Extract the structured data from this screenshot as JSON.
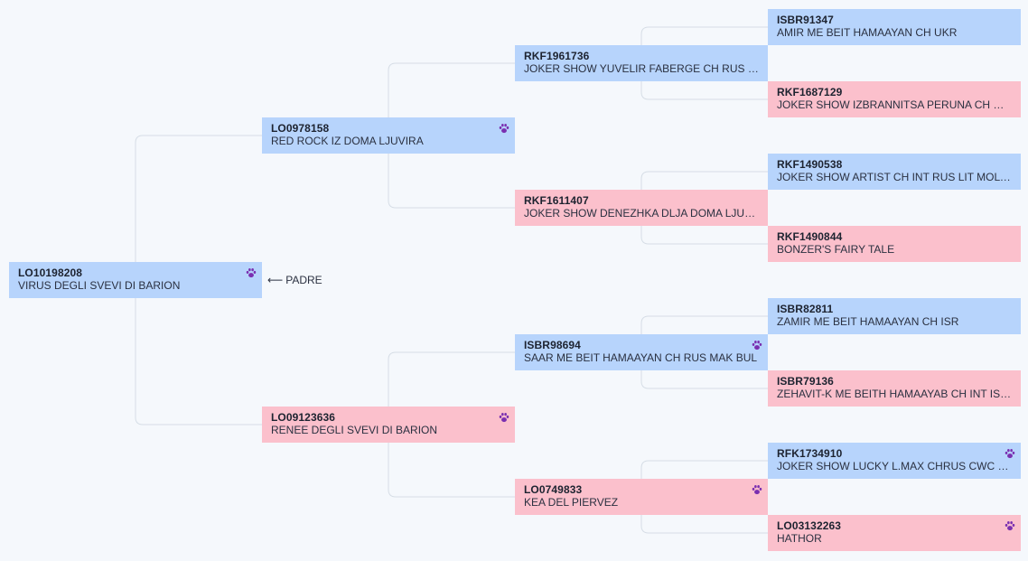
{
  "side_label": {
    "arrow": "⟵",
    "text": "PADRE"
  },
  "icons": {
    "badge": "paw-icon",
    "badge_color": "#7a2fb0"
  },
  "colors": {
    "male": "#b7d4fc",
    "female": "#fbc0cc",
    "connector": "#d6dde6"
  },
  "nodes": [
    {
      "reg": "LO10198208",
      "name": "VIRUS DEGLI SVEVI DI BARION",
      "sex": "male",
      "paw": true
    },
    {
      "reg": "LO0978158",
      "name": "RED ROCK IZ DOMA LJUVIRA",
      "sex": "male",
      "paw": true
    },
    {
      "reg": "LO09123636",
      "name": "RENEE DEGLI SVEVI DI BARION",
      "sex": "female",
      "paw": true
    },
    {
      "reg": "RKF1961736",
      "name": "JOKER SHOW YUVELIR FABERGE CH RUS UKR",
      "sex": "male",
      "paw": false
    },
    {
      "reg": "RKF1611407",
      "name": "JOKER SHOW DENEZHKA DLJA DOMA LJUVIRA",
      "sex": "female",
      "paw": false
    },
    {
      "reg": "ISBR98694",
      "name": "SAAR ME BEIT HAMAAYAN CH RUS MAK BUL",
      "sex": "male",
      "paw": true
    },
    {
      "reg": "LO0749833",
      "name": "KEA DEL PIERVEZ",
      "sex": "female",
      "paw": true
    },
    {
      "reg": "ISBR91347",
      "name": "AMIR ME BEIT HAMAAYAN CH UKR",
      "sex": "male",
      "paw": false
    },
    {
      "reg": "RKF1687129",
      "name": "JOKER SHOW IZBRANNITSA PERUNA CH RUS",
      "sex": "female",
      "paw": false
    },
    {
      "reg": "RKF1490538",
      "name": "JOKER SHOW ARTIST CH INT RUS LIT MOL UKR",
      "sex": "male",
      "paw": false
    },
    {
      "reg": "RKF1490844",
      "name": "BONZER'S FAIRY TALE",
      "sex": "female",
      "paw": false
    },
    {
      "reg": "ISBR82811",
      "name": "ZAMIR ME BEIT HAMAAYAN CH ISR",
      "sex": "male",
      "paw": false
    },
    {
      "reg": "ISBR79136",
      "name": "ZEHAVIT-K ME BEITH HAMAAYAB CH INT ISR RUS",
      "sex": "female",
      "paw": false
    },
    {
      "reg": "RFK1734910",
      "name": "JOKER SHOW LUCKY L.MAX CHRUS CWC CACIB",
      "sex": "male",
      "paw": true
    },
    {
      "reg": "LO03132263",
      "name": "HATHOR",
      "sex": "female",
      "paw": true
    }
  ]
}
